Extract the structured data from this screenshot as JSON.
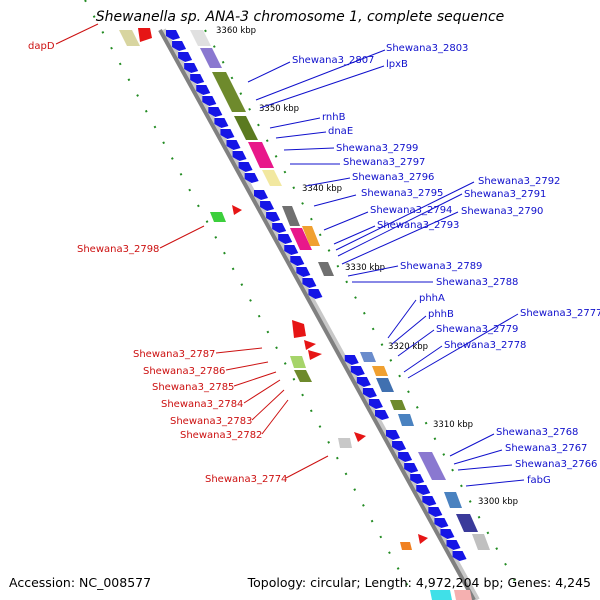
{
  "title": "Shewanella sp. ANA-3 chromosome 1, complete sequence",
  "accession": "Accession: NC_008577",
  "topology": "Topology: circular; Length: 4,972,204 bp; Genes: 4,245",
  "ticks": [
    "3360 kbp",
    "3350 kbp",
    "3340 kbp",
    "3330 kbp",
    "3320 kbp",
    "3310 kbp",
    "3300 kbp"
  ],
  "labels_right": [
    "Shewana3_2807",
    "Shewana3_2803",
    "lpxB",
    "rnhB",
    "dnaE",
    "Shewana3_2799",
    "Shewana3_2797",
    "Shewana3_2796",
    "Shewana3_2795",
    "Shewana3_2794",
    "Shewana3_2793",
    "Shewana3_2792",
    "Shewana3_2791",
    "Shewana3_2790",
    "Shewana3_2789",
    "Shewana3_2788",
    "phhA",
    "phhB",
    "Shewana3_2779",
    "Shewana3_2778",
    "Shewana3_2777",
    "Shewana3_2768",
    "Shewana3_2767",
    "Shewana3_2766",
    "fabG"
  ],
  "labels_left": [
    "dapD",
    "Shewana3_2798",
    "Shewana3_2787",
    "Shewana3_2786",
    "Shewana3_2785",
    "Shewana3_2784",
    "Shewana3_2783",
    "Shewana3_2782",
    "Shewana3_2774"
  ],
  "colors": {
    "backbone": "#808080",
    "forward_gene": "#1515e6",
    "rna_gene": "#e61515",
    "label_blue": "#1010cc",
    "label_red": "#cc1010",
    "dotted_axis": "#228b22"
  }
}
